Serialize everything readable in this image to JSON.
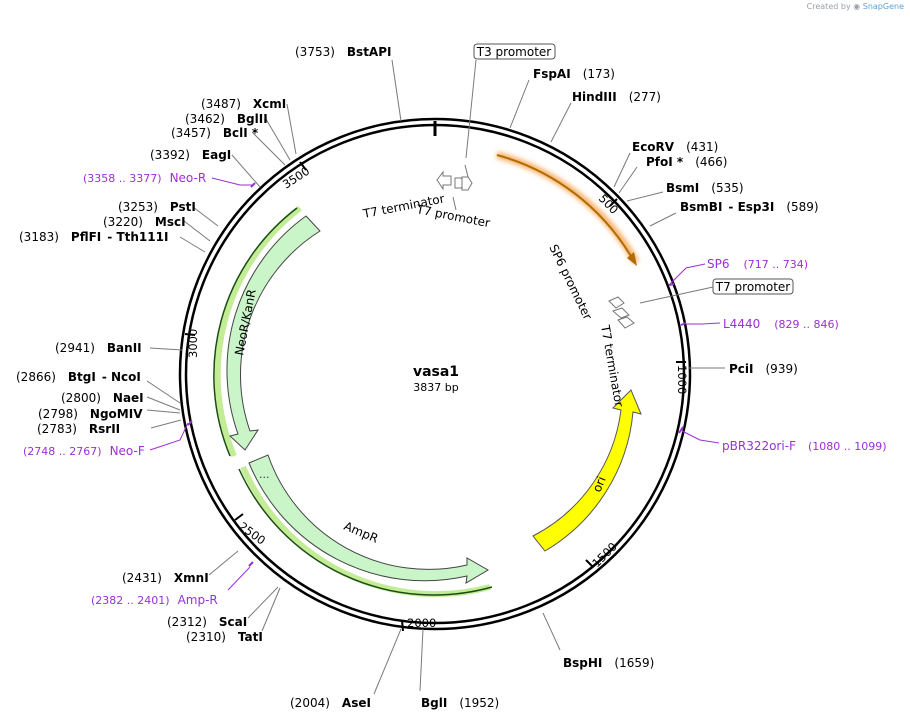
{
  "credit": {
    "prefix": "Created by",
    "brand": "SnapGene"
  },
  "plasmid": {
    "name": "vasa1",
    "length": 3837,
    "length_text": "3837 bp"
  },
  "ticks": [
    "500",
    "1000",
    "1500",
    "2000",
    "2500",
    "3000",
    "3500"
  ],
  "sites": [
    {
      "name": "BstAPI",
      "pos": "(3753)"
    },
    {
      "name": "FspAI",
      "pos": "(173)"
    },
    {
      "name": "HindIII",
      "pos": "(277)"
    },
    {
      "name": "EcoRV",
      "pos": "(431)"
    },
    {
      "name": "PfoI *",
      "pos": "(466)"
    },
    {
      "name": "BsmI",
      "pos": "(535)"
    },
    {
      "name": "BsmBI",
      "alt": "Esp3I",
      "pos": "(589)"
    },
    {
      "name": "PciI",
      "pos": "(939)"
    },
    {
      "name": "BspHI",
      "pos": "(1659)"
    },
    {
      "name": "BglI",
      "pos": "(1952)"
    },
    {
      "name": "AseI",
      "pos": "(2004)"
    },
    {
      "name": "TatI",
      "pos": "(2310)"
    },
    {
      "name": "ScaI",
      "pos": "(2312)"
    },
    {
      "name": "XmnI",
      "pos": "(2431)"
    },
    {
      "name": "RsrII",
      "pos": "(2783)"
    },
    {
      "name": "NgoMIV",
      "pos": "(2798)"
    },
    {
      "name": "NaeI",
      "pos": "(2800)"
    },
    {
      "name": "BtgI",
      "alt": "NcoI",
      "pos": "(2866)"
    },
    {
      "name": "BanII",
      "pos": "(2941)"
    },
    {
      "name": "PflFI",
      "alt": "Tth111I",
      "pos": "(3183)"
    },
    {
      "name": "MscI",
      "pos": "(3220)"
    },
    {
      "name": "PstI",
      "pos": "(3253)"
    },
    {
      "name": "EagI",
      "pos": "(3392)"
    },
    {
      "name": "BclI *",
      "pos": "(3457)"
    },
    {
      "name": "BglII",
      "pos": "(3462)"
    },
    {
      "name": "XcmI",
      "pos": "(3487)"
    }
  ],
  "primers": [
    {
      "name": "SP6",
      "range": "(717 .. 734)"
    },
    {
      "name": "L4440",
      "range": "(829 .. 846)"
    },
    {
      "name": "pBR322ori-F",
      "range": "(1080 .. 1099)"
    },
    {
      "name": "Amp-R",
      "range": "(2382 .. 2401)"
    },
    {
      "name": "Neo-F",
      "range": "(2748 .. 2767)"
    },
    {
      "name": "Neo-R",
      "range": "(3358 .. 3377)"
    }
  ],
  "boxed_labels": {
    "t3_promoter": "T3 promoter",
    "t7_promoter": "T7 promoter"
  },
  "features": {
    "t7_terminator_top": "T7 terminator",
    "t7_promoter_top": "T7 promoter",
    "sp6_promoter": "SP6 promoter",
    "t7_terminator_right": "T7 terminator",
    "neo": "NeoR/KanR",
    "amp": "AmpR",
    "ori": "ori"
  },
  "colors": {
    "primer": "#9b30d6",
    "ori": "#ffff00",
    "resistance": "#c9f5c9",
    "resistance_glow": "#a8e66a",
    "insert_glow": "#f6b26b",
    "insert": "#b26b00"
  }
}
